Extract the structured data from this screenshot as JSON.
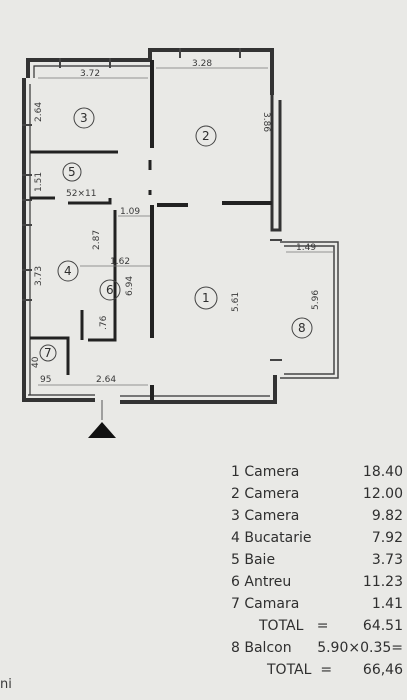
{
  "plan": {
    "dims": {
      "d_372": "3.72",
      "d_328": "3.28",
      "d_264_left": "2.64",
      "d_386": "3.86",
      "d_151": "1.51",
      "d_52x11": "52×11",
      "d_109": "1.09",
      "d_287": "2.87",
      "d_162": "1.62",
      "d_373": "3.73",
      "d_694": "6.94",
      "d_561": "5.61",
      "d_149": "1.49",
      "d_596": "5.96",
      "d_76": ".76",
      "d_40": "40",
      "d_95": "95",
      "d_264_bottom": "2.64"
    },
    "room_numbers": [
      "1",
      "2",
      "3",
      "4",
      "5",
      "6",
      "7",
      "8"
    ]
  },
  "legend": {
    "rooms": [
      {
        "num": "1",
        "name": "Camera",
        "area": "18.40"
      },
      {
        "num": "2",
        "name": "Camera",
        "area": "12.00"
      },
      {
        "num": "3",
        "name": "Camera",
        "area": "9.82"
      },
      {
        "num": "4",
        "name": "Bucatarie",
        "area": "7.92"
      },
      {
        "num": "5",
        "name": "Baie",
        "area": "3.73"
      },
      {
        "num": "6",
        "name": "Antreu",
        "area": "11.23"
      },
      {
        "num": "7",
        "name": "Camara",
        "area": "1.41"
      }
    ],
    "total_label": "TOTAL",
    "total_eq": "=",
    "total_value": "64.51",
    "balcony": {
      "num": "8",
      "name": "Balcon",
      "formula": "5.90×0.35="
    },
    "grand_total_label": "TOTAL",
    "grand_total_eq": "=",
    "grand_total_value": "66,46"
  },
  "corner_text": "ni"
}
